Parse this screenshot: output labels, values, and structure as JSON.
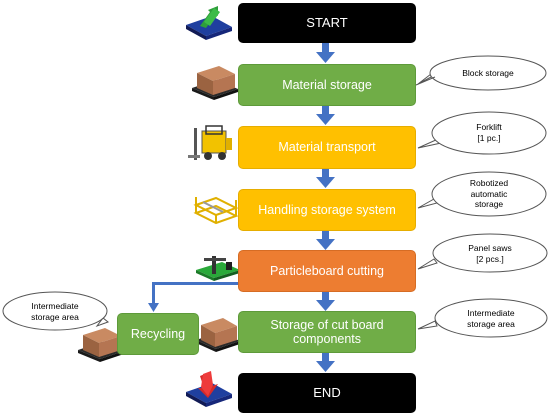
{
  "nodes": {
    "start": "START",
    "material_storage": "Material storage",
    "material_transport": "Material transport",
    "handling_storage": "Handling storage system",
    "cutting": "Particleboard cutting",
    "storage_cut_line1": "Storage of cut board",
    "storage_cut_line2": "components",
    "recycling": "Recycling",
    "end": "END"
  },
  "callouts": {
    "block_storage": "Block storage",
    "forklift_line1": "Forklift",
    "forklift_line2": "[1 pc.]",
    "robotized_line1": "Robotized",
    "robotized_line2": "automatic",
    "robotized_line3": "storage",
    "panel_saws_line1": "Panel saws",
    "panel_saws_line2": "[2 pcs.]",
    "intermediate_right_line1": "Intermediate",
    "intermediate_right_line2": "storage area",
    "intermediate_left_line1": "Intermediate",
    "intermediate_left_line2": "storage area"
  },
  "icons": {
    "start": "start-pallet-icon",
    "end": "end-pallet-icon",
    "material_storage": "box-pallet-icon",
    "material_transport": "forklift-icon",
    "handling_storage": "storage-rack-icon",
    "cutting": "panel-saw-icon",
    "recycling": "box-pallet-icon",
    "storage_cut": "box-pallet-icon"
  },
  "colors": {
    "black_node": "#000000",
    "green_node": "#70ad47",
    "gold_node": "#ffc000",
    "orange_node": "#ed7d31",
    "arrow": "#4472c4"
  }
}
